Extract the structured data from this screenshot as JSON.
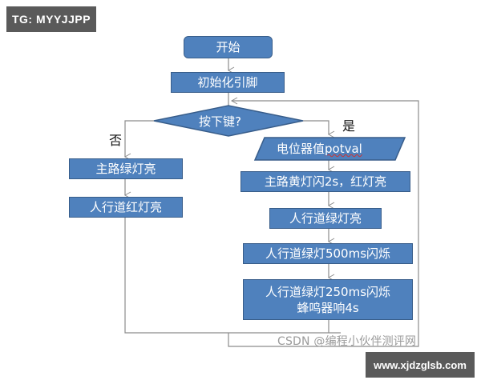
{
  "badges": {
    "top": "TG: MYYJJPP",
    "bottom": "www.xjdzglsb.com"
  },
  "flowchart": {
    "start": "开始",
    "init": "初始化引脚",
    "decision": "按下键?",
    "yes_label": "是",
    "no_label": "否",
    "no_branch": [
      "主路绿灯亮",
      "人行道红灯亮"
    ],
    "yes_branch": {
      "input": "电位器值potval",
      "input_prefix": "电位器值",
      "input_var": "potval",
      "steps": [
        "主路黄灯闪2s，红灯亮",
        "人行道绿灯亮",
        "人行道绿灯500ms闪烁"
      ],
      "last_step_line1": "人行道绿灯250ms闪烁",
      "last_step_line2": "蜂鸣器响4s"
    }
  },
  "colors": {
    "node_fill": "#4f81bd",
    "node_border": "#385d8a",
    "connector": "#8c8c8c"
  },
  "watermark": "CSDN @编程小伙伴测评网"
}
